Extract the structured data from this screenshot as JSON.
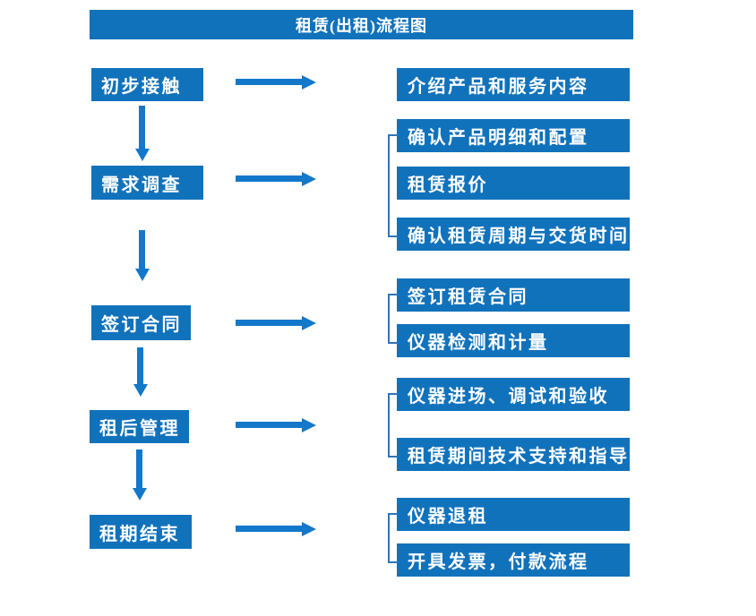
{
  "title": "租赁(出租)流程图",
  "colors": {
    "box_blue": "#1172BC",
    "arrow_blue": "#1478CA",
    "bracket_blue": "#2E75B6",
    "text_white": "#FFFFFF"
  },
  "steps": [
    {
      "label": "初步接触",
      "details": [
        "介绍产品和服务内容"
      ]
    },
    {
      "label": "需求调查",
      "details": [
        "确认产品明细和配置",
        "租赁报价",
        "确认租赁周期与交货时间"
      ]
    },
    {
      "label": "签订合同",
      "details": [
        "签订租赁合同",
        "仪器检测和计量"
      ]
    },
    {
      "label": "租后管理",
      "details": [
        "仪器进场、调试和验收",
        "租赁期间技术支持和指导"
      ]
    },
    {
      "label": "租期结束",
      "details": [
        "仪器退租",
        "开具发票，付款流程"
      ]
    }
  ]
}
